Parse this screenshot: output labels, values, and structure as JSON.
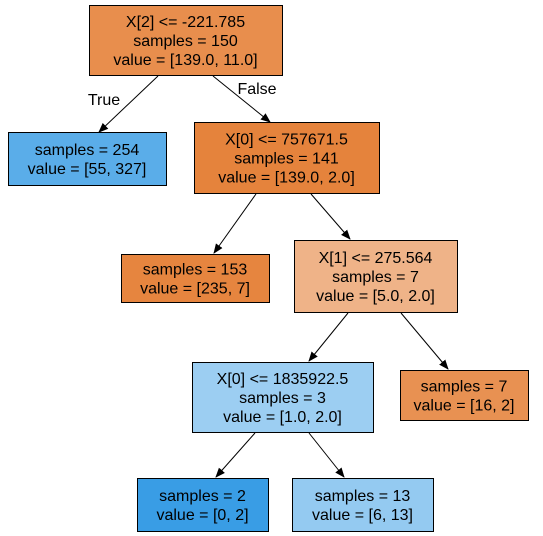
{
  "diagram": {
    "nodes": [
      {
        "id": "n0",
        "lines": [
          "X[2] <= -221.785",
          "samples = 150",
          "value = [139.0, 11.0]"
        ],
        "fill": "#e88e4d"
      },
      {
        "id": "n1",
        "lines": [
          "samples = 254",
          "value = [55, 327]"
        ],
        "fill": "#5aade9"
      },
      {
        "id": "n2",
        "lines": [
          "X[0] <= 757671.5",
          "samples = 141",
          "value = [139.0, 2.0]"
        ],
        "fill": "#e5833c"
      },
      {
        "id": "n3",
        "lines": [
          "samples = 153",
          "value = [235, 7]"
        ],
        "fill": "#e6853f"
      },
      {
        "id": "n4",
        "lines": [
          "X[1] <= 275.564",
          "samples = 7",
          "value = [5.0, 2.0]"
        ],
        "fill": "#efb388"
      },
      {
        "id": "n5",
        "lines": [
          "X[0] <= 1835922.5",
          "samples = 3",
          "value = [1.0, 2.0]"
        ],
        "fill": "#9ccef2"
      },
      {
        "id": "n6",
        "lines": [
          "samples = 7",
          "value = [16, 2]"
        ],
        "fill": "#e89152"
      },
      {
        "id": "n7",
        "lines": [
          "samples = 2",
          "value = [0, 2]"
        ],
        "fill": "#399de5"
      },
      {
        "id": "n8",
        "lines": [
          "samples = 13",
          "value = [6, 13]"
        ],
        "fill": "#94caf1"
      }
    ],
    "edges": [
      {
        "from": "n0",
        "to": "n1",
        "label": "True"
      },
      {
        "from": "n0",
        "to": "n2",
        "label": "False"
      },
      {
        "from": "n2",
        "to": "n3",
        "label": ""
      },
      {
        "from": "n2",
        "to": "n4",
        "label": ""
      },
      {
        "from": "n4",
        "to": "n5",
        "label": ""
      },
      {
        "from": "n4",
        "to": "n6",
        "label": ""
      },
      {
        "from": "n5",
        "to": "n7",
        "label": ""
      },
      {
        "from": "n5",
        "to": "n8",
        "label": ""
      }
    ]
  }
}
